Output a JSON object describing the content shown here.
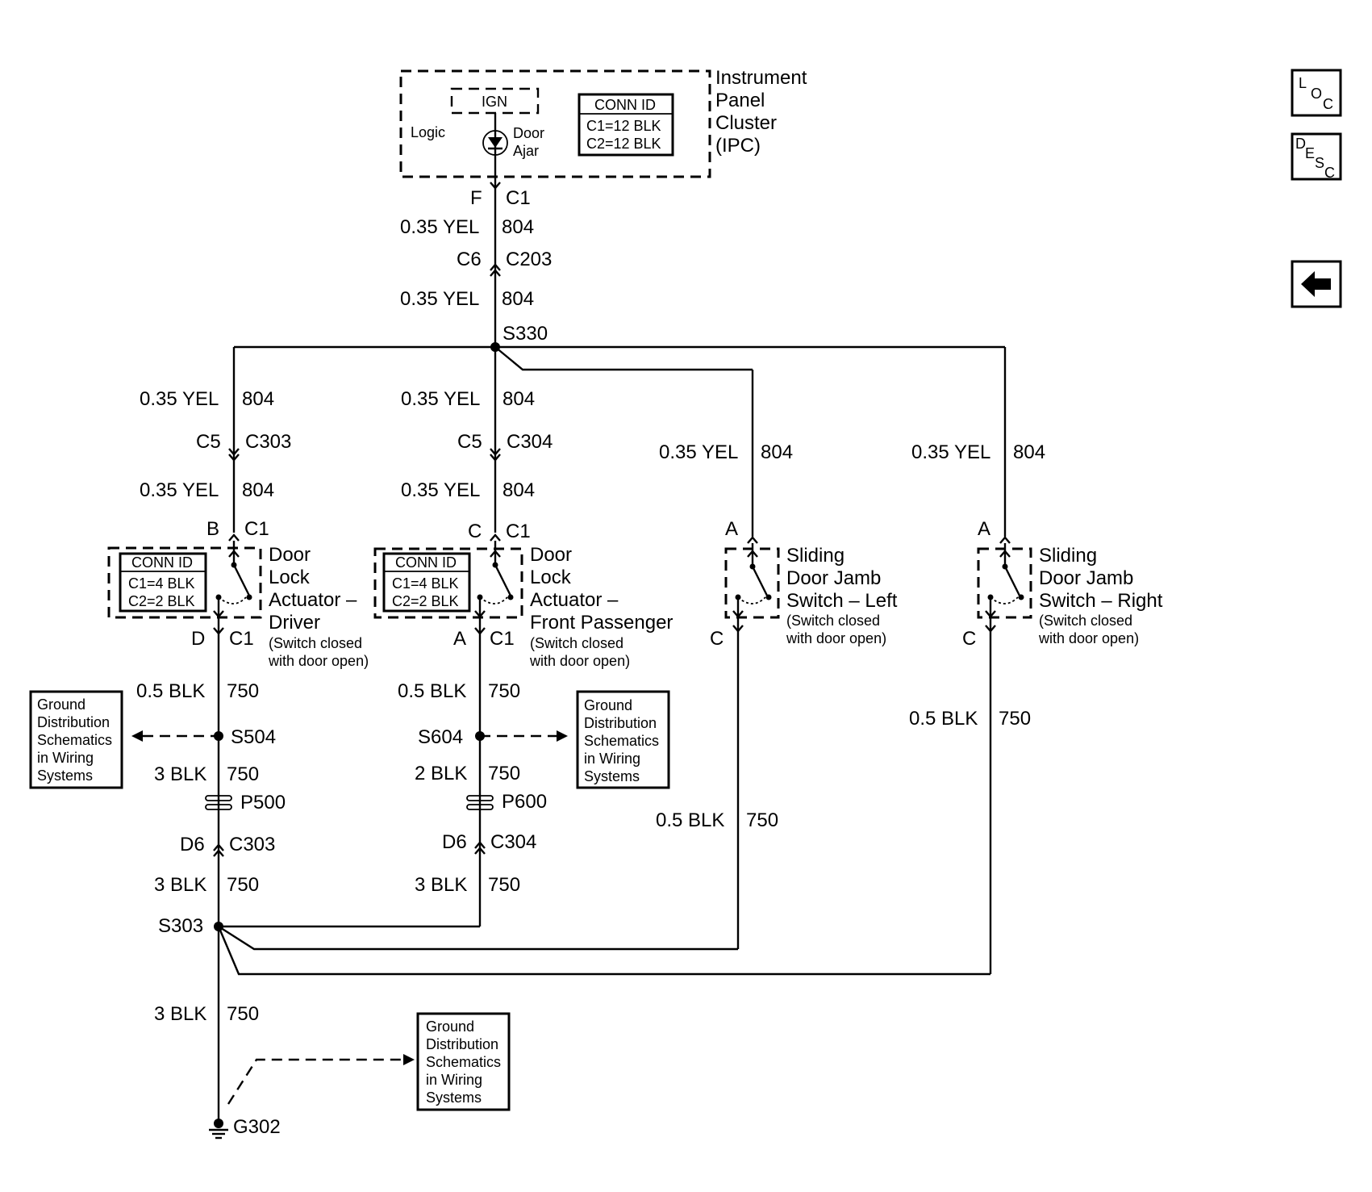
{
  "nav": {
    "loc": [
      "L",
      "O",
      "C"
    ],
    "desc": [
      "D",
      "E",
      "S",
      "C"
    ]
  },
  "ipc": {
    "title": [
      "Instrument",
      "Panel",
      "Cluster",
      "(IPC)"
    ],
    "ign": "IGN",
    "logic": "Logic",
    "door_ajar": [
      "Door",
      "Ajar"
    ],
    "conn_id": "CONN ID",
    "conn": [
      "C1=12 BLK",
      "C2=12 BLK"
    ]
  },
  "top": {
    "pin": "F",
    "conn": "C1",
    "wire1": {
      "gauge": "0.35 YEL",
      "circuit": "804"
    },
    "c6": "C6",
    "c203": "C203",
    "wire2": {
      "gauge": "0.35 YEL",
      "circuit": "804"
    },
    "splice": "S330"
  },
  "driver": {
    "wire1": {
      "gauge": "0.35 YEL",
      "circuit": "804"
    },
    "c5": "C5",
    "c303": "C303",
    "wire2": {
      "gauge": "0.35 YEL",
      "circuit": "804"
    },
    "pin_top": "B",
    "c1_top": "C1",
    "conn_id": "CONN ID",
    "conn": [
      "C1=4 BLK",
      "C2=2 BLK"
    ],
    "title": [
      "Door",
      "Lock",
      "Actuator –",
      "Driver"
    ],
    "note": [
      "(Switch closed",
      "with door open)"
    ],
    "pin_bot": "D",
    "c1_bot": "C1",
    "wire3": {
      "gauge": "0.5 BLK",
      "circuit": "750"
    },
    "splice": "S504",
    "wire4": {
      "gauge": "3 BLK",
      "circuit": "750"
    },
    "pass": "P500",
    "d6": "D6",
    "c303b": "C303",
    "wire5": {
      "gauge": "3 BLK",
      "circuit": "750"
    },
    "ground_ref": [
      "Ground",
      "Distribution",
      "Schematics",
      "in Wiring",
      "Systems"
    ]
  },
  "passenger": {
    "wire1": {
      "gauge": "0.35 YEL",
      "circuit": "804"
    },
    "c5": "C5",
    "c304": "C304",
    "wire2": {
      "gauge": "0.35 YEL",
      "circuit": "804"
    },
    "pin_top": "C",
    "c1_top": "C1",
    "conn_id": "CONN ID",
    "conn": [
      "C1=4 BLK",
      "C2=2 BLK"
    ],
    "title": [
      "Door",
      "Lock",
      "Actuator –",
      "Front Passenger"
    ],
    "note": [
      "(Switch closed",
      "with door open)"
    ],
    "pin_bot": "A",
    "c1_bot": "C1",
    "wire3": {
      "gauge": "0.5 BLK",
      "circuit": "750"
    },
    "splice": "S604",
    "wire4": {
      "gauge": "2 BLK",
      "circuit": "750"
    },
    "pass": "P600",
    "d6": "D6",
    "c304b": "C304",
    "wire5": {
      "gauge": "3 BLK",
      "circuit": "750"
    },
    "ground_ref": [
      "Ground",
      "Distribution",
      "Schematics",
      "in Wiring",
      "Systems"
    ]
  },
  "left_jamb": {
    "wire1": {
      "gauge": "0.35 YEL",
      "circuit": "804"
    },
    "pin_top": "A",
    "title": [
      "Sliding",
      "Door Jamb",
      "Switch – Left"
    ],
    "note": [
      "(Switch closed",
      "with door open)"
    ],
    "pin_bot": "C",
    "wire2": {
      "gauge": "0.5 BLK",
      "circuit": "750"
    }
  },
  "right_jamb": {
    "wire1": {
      "gauge": "0.35 YEL",
      "circuit": "804"
    },
    "pin_top": "A",
    "title": [
      "Sliding",
      "Door Jamb",
      "Switch – Right"
    ],
    "note": [
      "(Switch closed",
      "with door open)"
    ],
    "pin_bot": "C",
    "wire2": {
      "gauge": "0.5 BLK",
      "circuit": "750"
    }
  },
  "ground": {
    "splice": "S303",
    "wire": {
      "gauge": "3 BLK",
      "circuit": "750"
    },
    "ground_ref": [
      "Ground",
      "Distribution",
      "Schematics",
      "in Wiring",
      "Systems"
    ],
    "point": "G302"
  }
}
